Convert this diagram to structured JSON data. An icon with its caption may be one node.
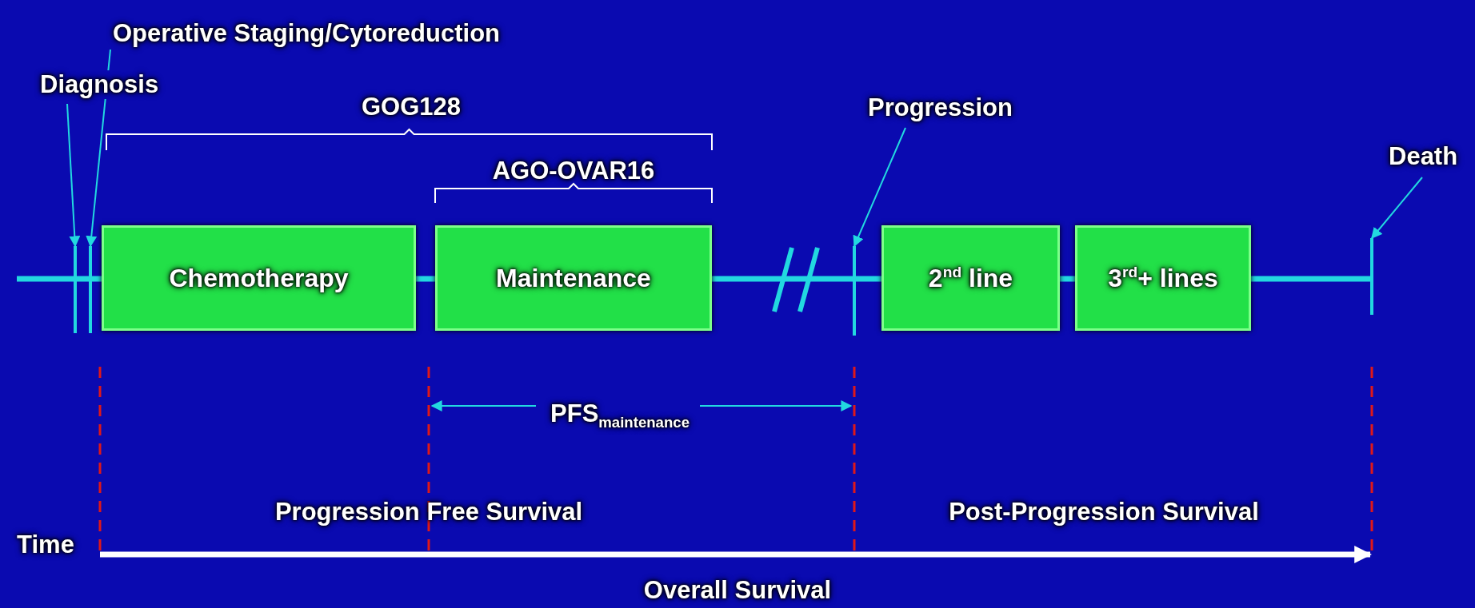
{
  "diagram": {
    "nodes": [
      {
        "text": [
          "Operative Staging/Cytoreduction"
        ]
      },
      {
        "text": [
          "Diagnosis"
        ]
      },
      {
        "text": [],
        "shape": "bar"
      },
      {
        "text": [],
        "shape": "bar"
      },
      {
        "text": [
          "Chemotherapy"
        ]
      },
      {
        "text": [
          "Maintenance"
        ]
      },
      {
        "text": [
          "Progression"
        ]
      },
      {
        "text": [],
        "shape": "bar"
      },
      {
        "text": [
          "2$^{nd}$ line"
        ]
      },
      {
        "text": [
          "3$^{rd}$+ lines"
        ]
      },
      {
        "text": [
          "Death"
        ]
      },
      {
        "text": [],
        "shape": "bar"
      }
    ],
    "edges": [
      {
        "from": 1,
        "to": 2,
        "arrow": "to"
      },
      {
        "from": 0,
        "to": 3,
        "arrow": "to"
      },
      {
        "from": 6,
        "to": 7,
        "arrow": "to"
      },
      {
        "from": 10,
        "to": 11,
        "arrow": "to"
      },
      {
        "from": null,
        "to": 2,
        "arrow": "none"
      },
      {
        "from": 2,
        "to": 3,
        "arrow": "none"
      },
      {
        "from": 3,
        "to": 4,
        "arrow": "none"
      },
      {
        "from": 4,
        "to": 5,
        "arrow": "none"
      },
      {
        "from": 5,
        "to": 7,
        "arrow": "none"
      },
      {
        "from": 7,
        "to": 8,
        "arrow": "none"
      },
      {
        "from": 8,
        "to": 9,
        "arrow": "none"
      },
      {
        "from": 9,
        "to": 11,
        "arrow": "none"
      }
    ],
    "labels": [
      "GOG128",
      "AGO-OVAR16",
      "PFS$_{maintenance}$",
      "Progression Free Survival",
      "Post-Progression Survival",
      "Time",
      "Overall Survival"
    ]
  }
}
